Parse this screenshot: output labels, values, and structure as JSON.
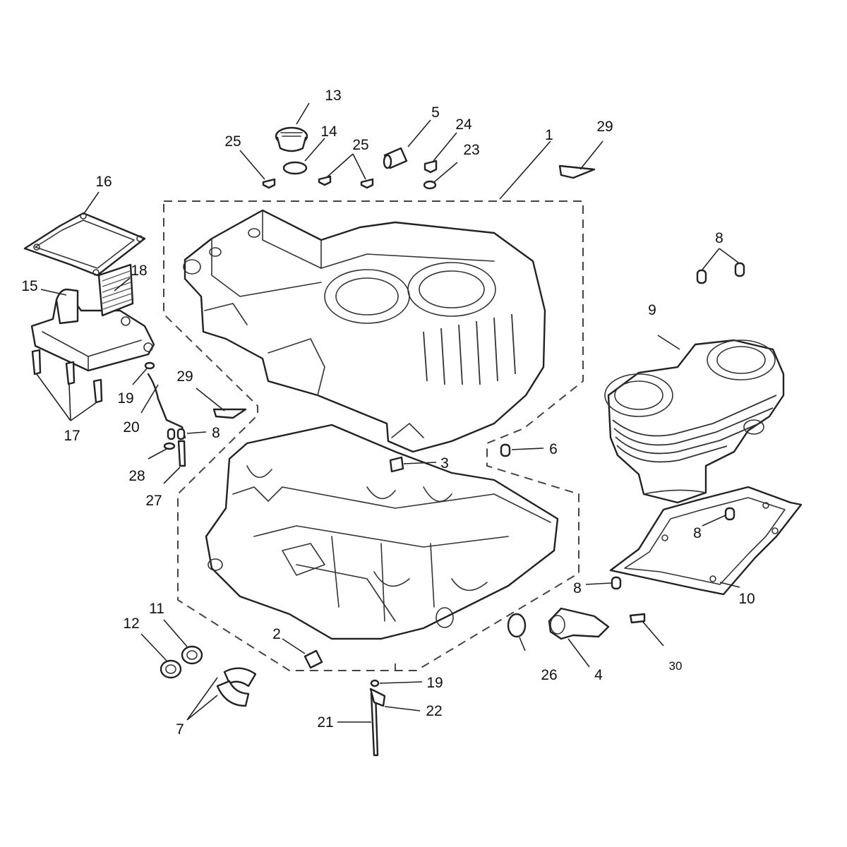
{
  "callouts": {
    "c1": "1",
    "c2": "2",
    "c3": "3",
    "c4": "4",
    "c5": "5",
    "c6": "6",
    "c7": "7",
    "c8a": "8",
    "c8b": "8",
    "c8c": "8",
    "c8d": "8",
    "c9": "9",
    "c10": "10",
    "c11": "11",
    "c12": "12",
    "c13": "13",
    "c14": "14",
    "c15": "15",
    "c16": "16",
    "c17": "17",
    "c18": "18",
    "c19a": "19",
    "c19b": "19",
    "c20": "20",
    "c21": "21",
    "c22": "22",
    "c23": "23",
    "c24": "24",
    "c25a": "25",
    "c25b": "25",
    "c26": "26",
    "c27": "27",
    "c28": "28",
    "c29a": "29",
    "c29b": "29",
    "c30": "30"
  }
}
